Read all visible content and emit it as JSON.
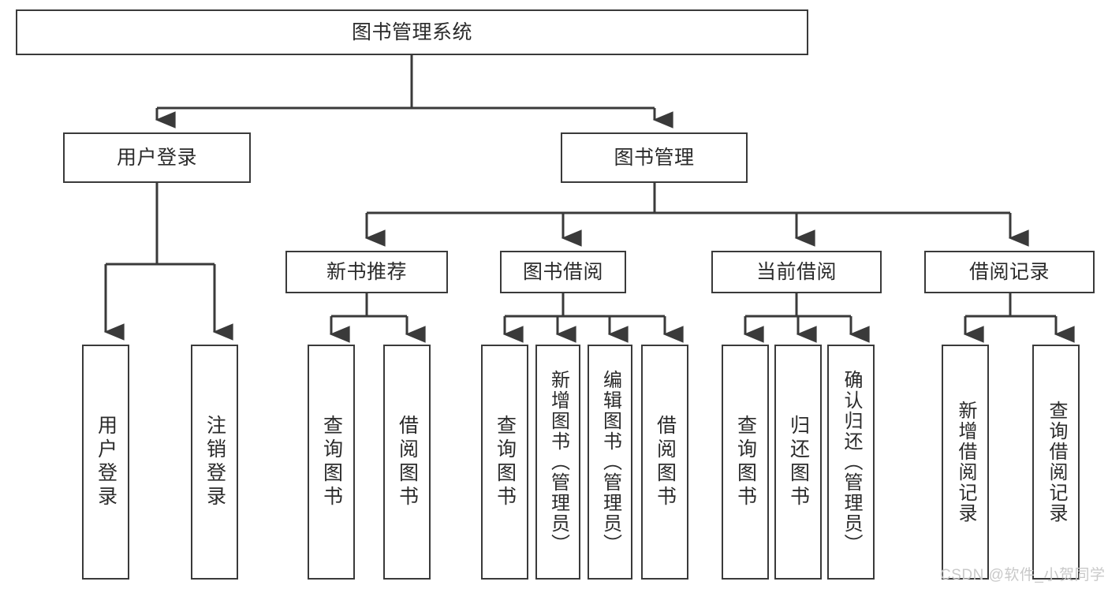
{
  "diagram": {
    "title": "图书管理系统",
    "type": "tree-hierarchy-diagram",
    "colors": {
      "box_border": "#3a3a3a",
      "box_fill": "#ffffff",
      "connector": "#3a3a3a",
      "text": "#2b2b2b",
      "watermark": "#c9c9c9",
      "background": "#ffffff"
    },
    "nodes": {
      "root": {
        "label": "图书管理系统"
      },
      "level2": [
        {
          "id": "user-login",
          "label": "用户登录"
        },
        {
          "id": "book-management",
          "label": "图书管理"
        }
      ],
      "level3": [
        {
          "id": "new-book-recommend",
          "label": "新书推荐"
        },
        {
          "id": "book-borrow",
          "label": "图书借阅"
        },
        {
          "id": "current-borrow",
          "label": "当前借阅"
        },
        {
          "id": "borrow-record",
          "label": "借阅记录"
        }
      ],
      "leaves": {
        "user-login": [
          {
            "id": "leaf-user-login",
            "label": "用户登录"
          },
          {
            "id": "leaf-logout-login",
            "label": "注销登录"
          }
        ],
        "new-book-recommend": [
          {
            "id": "leaf-query-book-1",
            "label": "查询图书"
          },
          {
            "id": "leaf-borrow-book-1",
            "label": "借阅图书"
          }
        ],
        "book-borrow": [
          {
            "id": "leaf-query-book-2",
            "label": "查询图书"
          },
          {
            "id": "leaf-add-book-admin",
            "label": "新增图书（管理员）"
          },
          {
            "id": "leaf-edit-book-admin",
            "label": "编辑图书（管理员）"
          },
          {
            "id": "leaf-borrow-book-2",
            "label": "借阅图书"
          }
        ],
        "current-borrow": [
          {
            "id": "leaf-query-book-3",
            "label": "查询图书"
          },
          {
            "id": "leaf-return-book",
            "label": "归还图书"
          },
          {
            "id": "leaf-confirm-return-admin",
            "label": "确认归还（管理员）"
          }
        ],
        "borrow-record": [
          {
            "id": "leaf-add-borrow-record",
            "label": "新增借阅记录"
          },
          {
            "id": "leaf-query-borrow-record",
            "label": "查询借阅记录"
          }
        ]
      }
    },
    "watermark": "CSDN @软件_小贺同学"
  }
}
